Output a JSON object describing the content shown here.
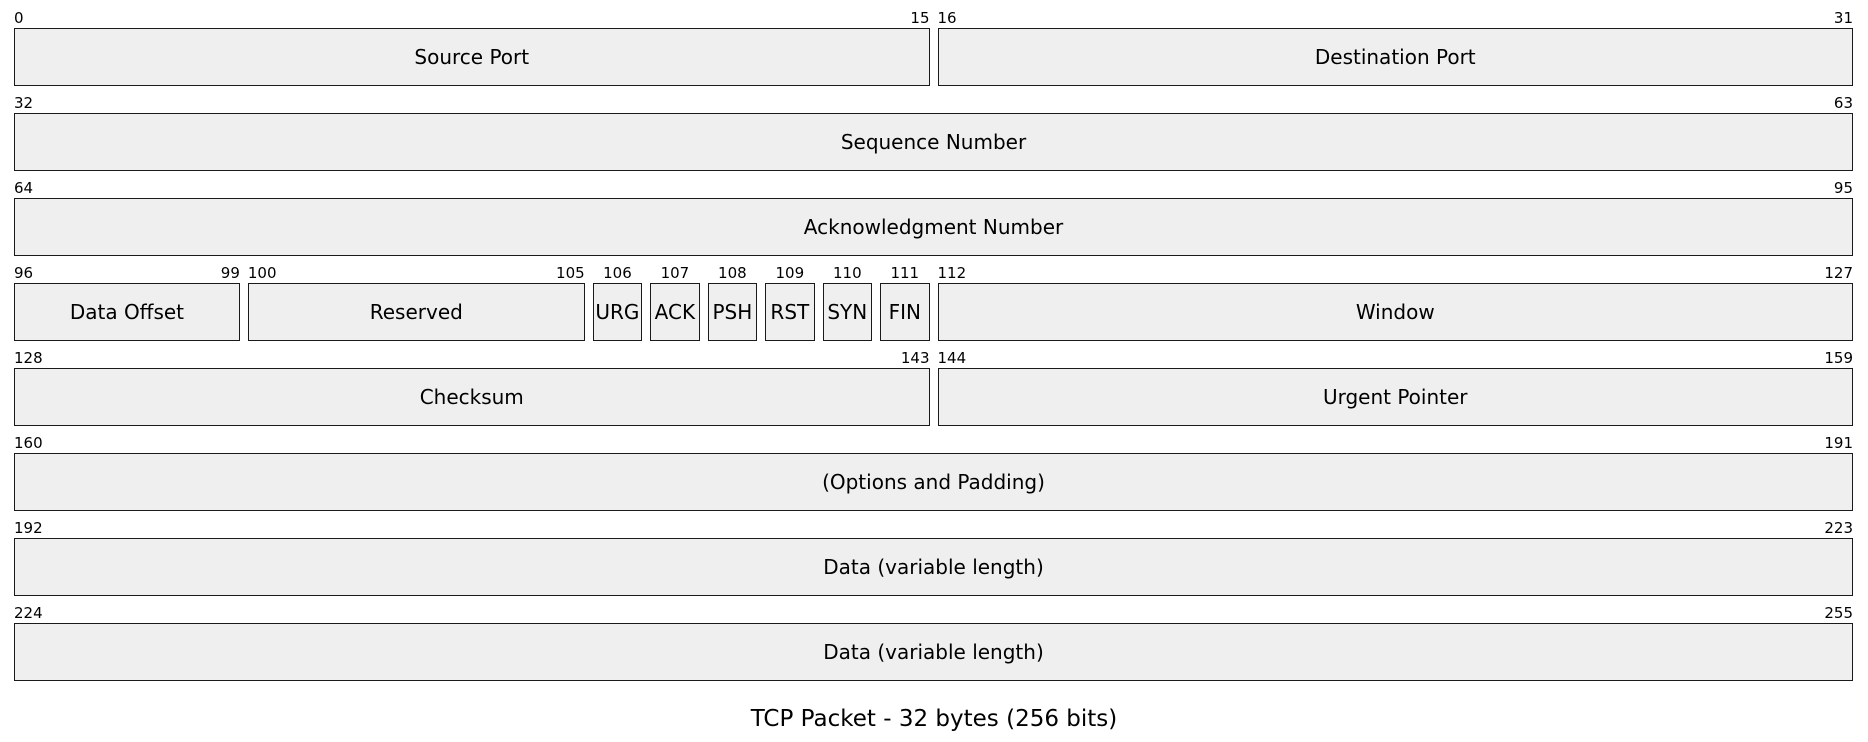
{
  "caption": "TCP Packet - 32 bytes (256 bits)",
  "rows": [
    {
      "start": 0,
      "fields": [
        {
          "label": "Source Port",
          "first_bit": 0,
          "last_bit": 15
        },
        {
          "label": "Destination Port",
          "first_bit": 16,
          "last_bit": 31
        }
      ]
    },
    {
      "start": 32,
      "fields": [
        {
          "label": "Sequence Number",
          "first_bit": 32,
          "last_bit": 63
        }
      ]
    },
    {
      "start": 64,
      "fields": [
        {
          "label": "Acknowledgment Number",
          "first_bit": 64,
          "last_bit": 95
        }
      ]
    },
    {
      "start": 96,
      "fields": [
        {
          "label": "Data Offset",
          "first_bit": 96,
          "last_bit": 99
        },
        {
          "label": "Reserved",
          "first_bit": 100,
          "last_bit": 105
        },
        {
          "label": "URG",
          "first_bit": 106,
          "last_bit": 106
        },
        {
          "label": "ACK",
          "first_bit": 107,
          "last_bit": 107
        },
        {
          "label": "PSH",
          "first_bit": 108,
          "last_bit": 108
        },
        {
          "label": "RST",
          "first_bit": 109,
          "last_bit": 109
        },
        {
          "label": "SYN",
          "first_bit": 110,
          "last_bit": 110
        },
        {
          "label": "FIN",
          "first_bit": 111,
          "last_bit": 111
        },
        {
          "label": "Window",
          "first_bit": 112,
          "last_bit": 127
        }
      ]
    },
    {
      "start": 128,
      "fields": [
        {
          "label": "Checksum",
          "first_bit": 128,
          "last_bit": 143
        },
        {
          "label": "Urgent Pointer",
          "first_bit": 144,
          "last_bit": 159
        }
      ]
    },
    {
      "start": 160,
      "fields": [
        {
          "label": "(Options and Padding)",
          "first_bit": 160,
          "last_bit": 191
        }
      ]
    },
    {
      "start": 192,
      "fields": [
        {
          "label": "Data (variable length)",
          "first_bit": 192,
          "last_bit": 223
        }
      ]
    },
    {
      "start": 224,
      "fields": [
        {
          "label": "Data (variable length)",
          "first_bit": 224,
          "last_bit": 255
        }
      ]
    }
  ]
}
